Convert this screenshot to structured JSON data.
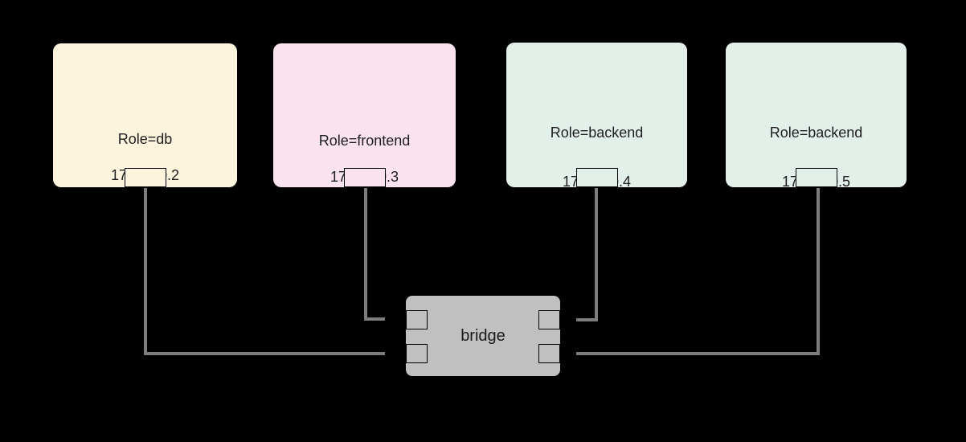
{
  "diagram": {
    "background_color": "#000000",
    "line_color": "#7d7d7d",
    "text_color": "#1e1e1e"
  },
  "containers": [
    {
      "role": "Role=db",
      "ip": "172.17.0.2",
      "fill": "#fcf4dc"
    },
    {
      "role": "Role=frontend",
      "ip": "172.17.0.3",
      "fill": "#fae2ee"
    },
    {
      "role": "Role=backend",
      "ip": "172.17.0.4",
      "fill": "#e3f0e9"
    },
    {
      "role": "Role=backend",
      "ip": "172.17.0.5",
      "fill": "#e3f0e9"
    }
  ],
  "bridge": {
    "label": "bridge",
    "fill": "#c0c0c0"
  },
  "connections": [
    {
      "from": "172.17.0.2",
      "to": "bridge"
    },
    {
      "from": "172.17.0.3",
      "to": "bridge"
    },
    {
      "from": "172.17.0.4",
      "to": "bridge"
    },
    {
      "from": "172.17.0.5",
      "to": "bridge"
    }
  ]
}
